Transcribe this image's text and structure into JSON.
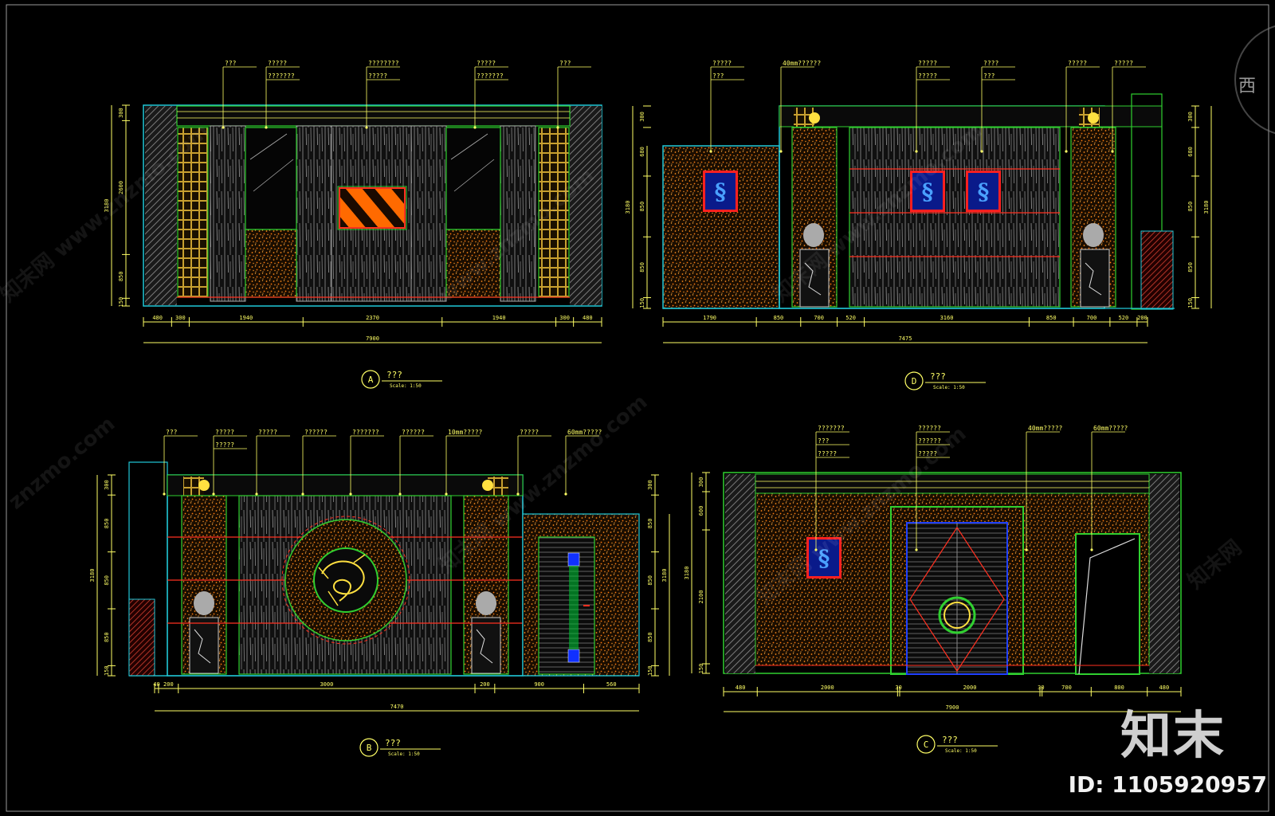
{
  "watermark": {
    "brand": "知末",
    "id_text": "ID: 1105920957",
    "corner_char": "西"
  },
  "views": [
    {
      "key": "A",
      "letter": "A",
      "title": "???",
      "scale": "Scale: 1:50",
      "dims_top": [
        "480",
        "300",
        "1940",
        "2370",
        "1940",
        "300",
        "480"
      ],
      "dim_total": "7900",
      "heights": [
        "300",
        "2600",
        "850",
        "150"
      ],
      "total_height": "3180",
      "callouts": [
        "???",
        "?????",
        "???????",
        "????????",
        "?????",
        "?????",
        "???????",
        "???"
      ]
    },
    {
      "key": "D",
      "letter": "D",
      "title": "???",
      "scale": "Scale: 1:50",
      "dims_top": [
        "1790",
        "850",
        "700",
        "520",
        "3160",
        "850",
        "700",
        "520",
        "200"
      ],
      "dim_total": "7475",
      "heights": [
        "300",
        "680",
        "850",
        "850",
        "150"
      ],
      "total_height": "3180",
      "callouts": [
        "?????",
        "???",
        "40mm??????",
        "?????",
        "?????",
        "????",
        "???",
        "?????",
        "?????"
      ]
    },
    {
      "key": "B",
      "letter": "B",
      "title": "???",
      "scale": "Scale: 1:50",
      "dims_top": [
        "40",
        "200",
        "3000",
        "200",
        "900",
        "560"
      ],
      "dim_total": "7470",
      "heights": [
        "300",
        "850",
        "850",
        "850",
        "150"
      ],
      "total_height": "3180",
      "callouts": [
        "???",
        "?????",
        "?????",
        "?????",
        "??????",
        "???????",
        "??????",
        "10mm?????",
        "?????",
        "60mm?????"
      ]
    },
    {
      "key": "C",
      "letter": "C",
      "title": "???",
      "scale": "Scale: 1:50",
      "dims_top": [
        "480",
        "2000",
        "30",
        "2000",
        "30",
        "700",
        "800",
        "480"
      ],
      "dim_total": "7900",
      "heights": [
        "300",
        "600",
        "2100",
        "150"
      ],
      "total_height": "3180",
      "callouts": [
        "???????",
        "???",
        "?????",
        "??????",
        "??????",
        "?????",
        "40mm?????",
        "60mm?????"
      ]
    }
  ]
}
